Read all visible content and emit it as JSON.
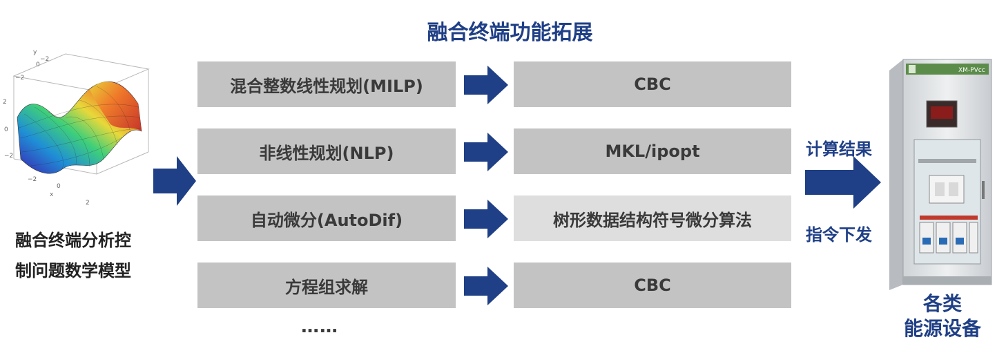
{
  "title": "融合终端功能拓展",
  "left": {
    "caption_line1": "融合终端分析控",
    "caption_line2": "制问题数学模型",
    "plot_ticks": {
      "y_label": "y",
      "x_label": "x",
      "t_m2": "−2",
      "t_0": "0",
      "t_2": "2"
    }
  },
  "rows": [
    {
      "left": "混合整数线性规划(MILP)",
      "right": "CBC"
    },
    {
      "left": "非线性规划(NLP)",
      "right": "MKL/ipopt"
    },
    {
      "left": "自动微分(AutoDif)",
      "right": "树形数据结构符号微分算法"
    },
    {
      "left": "方程组求解",
      "right": "CBC"
    }
  ],
  "ellipsis": "……",
  "flow": {
    "top_label": "计算结果",
    "bottom_label": "指令下发"
  },
  "device": {
    "caption_line1": "各类",
    "caption_line2": "能源设备",
    "panel_text": "XM-PVcc"
  },
  "colors": {
    "accent_blue": "#1f3f86",
    "box_gray": "#c3c3c3",
    "box_light": "#dedede"
  }
}
